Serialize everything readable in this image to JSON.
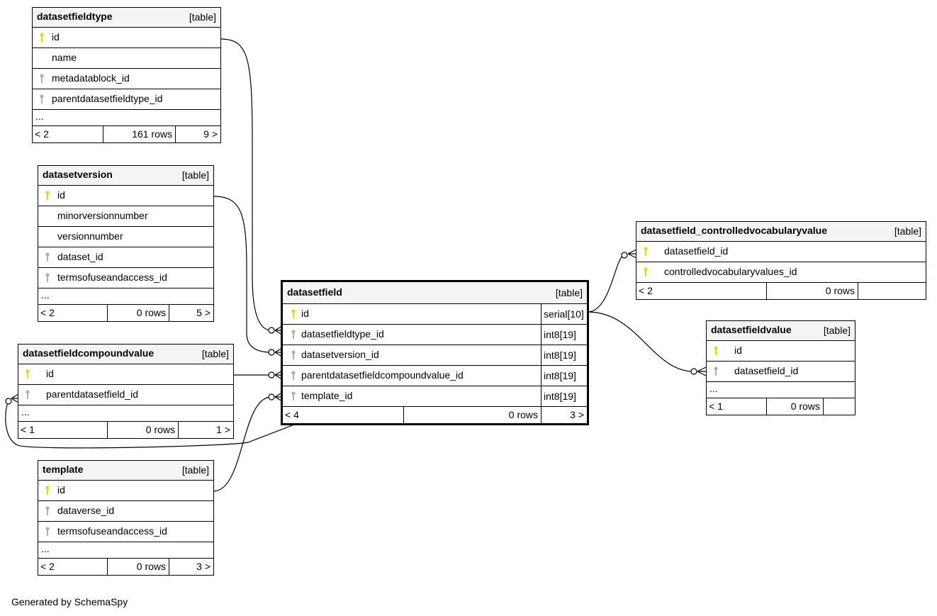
{
  "colors": {
    "pk_key": "#e8d800",
    "fk_key": "#b0b0b0",
    "line": "#000000",
    "header_bg": "#f4f4f4"
  },
  "tables": {
    "datasetfieldtype": {
      "name": "datasetfieldtype",
      "tag": "[table]",
      "columns": [
        {
          "name": "id",
          "key": "pk"
        },
        {
          "name": "name",
          "key": "none"
        },
        {
          "name": "metadatablock_id",
          "key": "fk"
        },
        {
          "name": "parentdatasetfieldtype_id",
          "key": "fk"
        }
      ],
      "ellipsis": "...",
      "footer": {
        "prev": "< 2",
        "rows": "161 rows",
        "next": "9 >"
      }
    },
    "datasetversion": {
      "name": "datasetversion",
      "tag": "[table]",
      "columns": [
        {
          "name": "id",
          "key": "pk"
        },
        {
          "name": "minorversionnumber",
          "key": "none"
        },
        {
          "name": "versionnumber",
          "key": "none"
        },
        {
          "name": "dataset_id",
          "key": "fk"
        },
        {
          "name": "termsofuseandaccess_id",
          "key": "fk"
        }
      ],
      "ellipsis": "...",
      "footer": {
        "prev": "< 2",
        "rows": "0 rows",
        "next": "5 >"
      }
    },
    "datasetfieldcompoundvalue": {
      "name": "datasetfieldcompoundvalue",
      "tag": "[table]",
      "columns": [
        {
          "name": "id",
          "key": "pk"
        },
        {
          "name": "parentdatasetfield_id",
          "key": "fk"
        }
      ],
      "ellipsis": "...",
      "footer": {
        "prev": "< 1",
        "rows": "0 rows",
        "next": "1 >"
      }
    },
    "template": {
      "name": "template",
      "tag": "[table]",
      "columns": [
        {
          "name": "id",
          "key": "pk"
        },
        {
          "name": "dataverse_id",
          "key": "fk"
        },
        {
          "name": "termsofuseandaccess_id",
          "key": "fk"
        }
      ],
      "ellipsis": "...",
      "footer": {
        "prev": "< 2",
        "rows": "0 rows",
        "next": "3 >"
      }
    },
    "datasetfield": {
      "name": "datasetfield",
      "tag": "[table]",
      "columns": [
        {
          "name": "id",
          "key": "pk",
          "type": "serial[10]"
        },
        {
          "name": "datasetfieldtype_id",
          "key": "fk",
          "type": "int8[19]"
        },
        {
          "name": "datasetversion_id",
          "key": "fk",
          "type": "int8[19]"
        },
        {
          "name": "parentdatasetfieldcompoundvalue_id",
          "key": "fk",
          "type": "int8[19]"
        },
        {
          "name": "template_id",
          "key": "fk",
          "type": "int8[19]"
        }
      ],
      "footer": {
        "prev": "< 4",
        "rows": "0 rows",
        "next": "3 >"
      }
    },
    "datasetfield_controlledvocabularyvalue": {
      "name": "datasetfield_controlledvocabularyvalue",
      "tag": "[table]",
      "columns": [
        {
          "name": "datasetfield_id",
          "key": "pk"
        },
        {
          "name": "controlledvocabularyvalues_id",
          "key": "pk"
        }
      ],
      "footer": {
        "prev": "< 2",
        "rows": "0 rows",
        "next": ""
      }
    },
    "datasetfieldvalue": {
      "name": "datasetfieldvalue",
      "tag": "[table]",
      "columns": [
        {
          "name": "id",
          "key": "pk"
        },
        {
          "name": "datasetfield_id",
          "key": "fk"
        }
      ],
      "ellipsis": "...",
      "footer": {
        "prev": "< 1",
        "rows": "0 rows",
        "next": ""
      }
    }
  },
  "credit": "Generated by SchemaSpy"
}
